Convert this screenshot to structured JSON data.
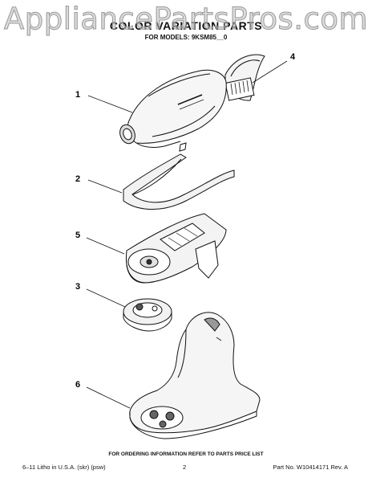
{
  "watermark": "AppliancePartsPros.com",
  "title": "COLOR VARIATION PARTS",
  "subtitle": "FOR MODELS: 9KSM85__0",
  "callouts": [
    "1",
    "2",
    "3",
    "4",
    "5",
    "6"
  ],
  "order_note": "FOR ORDERING INFORMATION REFER TO PARTS PRICE LIST",
  "footer": {
    "left": "6–11 Litho in U.S.A. (skr) (psw)",
    "center": "2",
    "right": "Part No. W10414171 Rev. A"
  }
}
